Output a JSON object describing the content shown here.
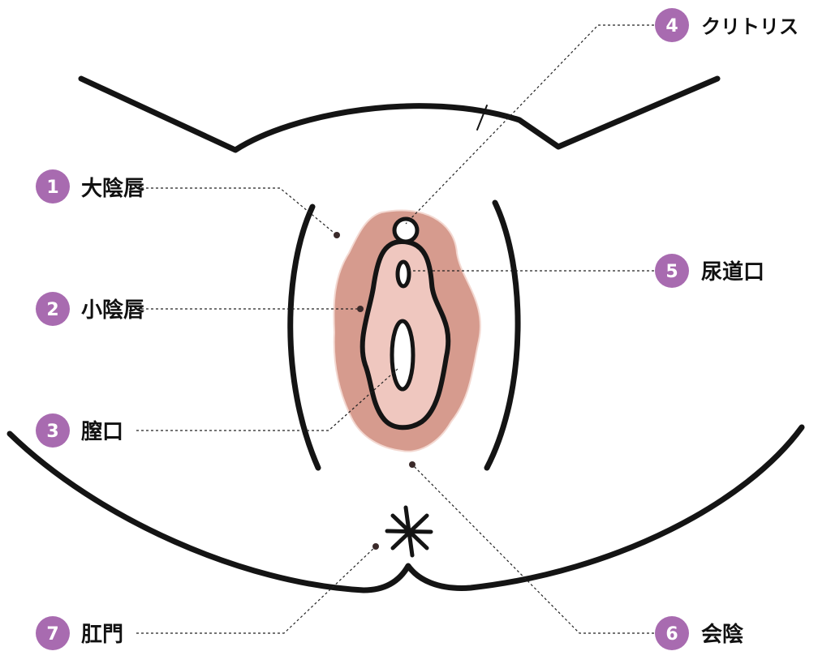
{
  "colors": {
    "badge": "#a86bb0",
    "outer_labia_fill": "#d69b8e",
    "inner_fill": "#efc7bf",
    "line": "#141414"
  },
  "labels": [
    {
      "num": "1",
      "text": "大陰唇"
    },
    {
      "num": "2",
      "text": "小陰唇"
    },
    {
      "num": "3",
      "text": "膣口"
    },
    {
      "num": "4",
      "text": "クリトリス"
    },
    {
      "num": "5",
      "text": "尿道口"
    },
    {
      "num": "6",
      "text": "会陰"
    },
    {
      "num": "7",
      "text": "肛門"
    }
  ]
}
